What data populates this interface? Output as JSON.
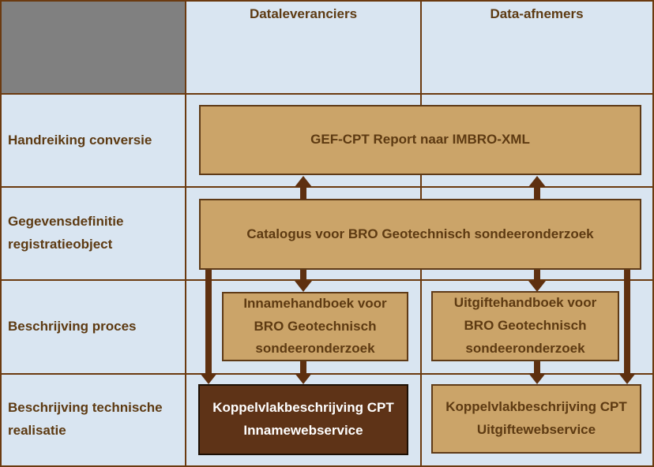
{
  "colors": {
    "background": "#d9e5f1",
    "grid_line": "#6b3a10",
    "corner_cell_gray": "#808080",
    "document_box_fill": "#cba469",
    "document_box_border": "#5e3a17",
    "webservice_box_fill": "#5e3317",
    "webservice_box_border": "#1c0f04",
    "text_brown": "#5d3a12",
    "arrow": "#5e3010",
    "webservice_box_text": "#ffffff"
  },
  "columns": [
    {
      "label": "Dataleveranciers"
    },
    {
      "label": "Data-afnemers"
    }
  ],
  "rows": [
    {
      "label": "Handreiking conversie"
    },
    {
      "label": "Gegevensdefinitie registratieobject"
    },
    {
      "label": "Beschrijving proces"
    },
    {
      "label": "Beschrijving technische realisatie"
    }
  ],
  "boxes": {
    "gef_cpt": {
      "label": "GEF-CPT Report naar IMBRO-XML"
    },
    "catalogus": {
      "label": "Catalogus voor BRO Geotechnisch sondeeronderzoek"
    },
    "innamehandboek": {
      "label": "Innamehandboek voor BRO Geotechnisch sondeeronderzoek"
    },
    "uitgiftehandboek": {
      "label": "Uitgiftehandboek voor BRO Geotechnisch sondeeronderzoek"
    },
    "koppelvlak_inname": {
      "label": "Koppelvlakbeschrijving CPT Innamewebservice"
    },
    "koppelvlak_uitgifte": {
      "label": "Koppelvlakbeschrijving CPT Uitgiftewebservice"
    }
  }
}
